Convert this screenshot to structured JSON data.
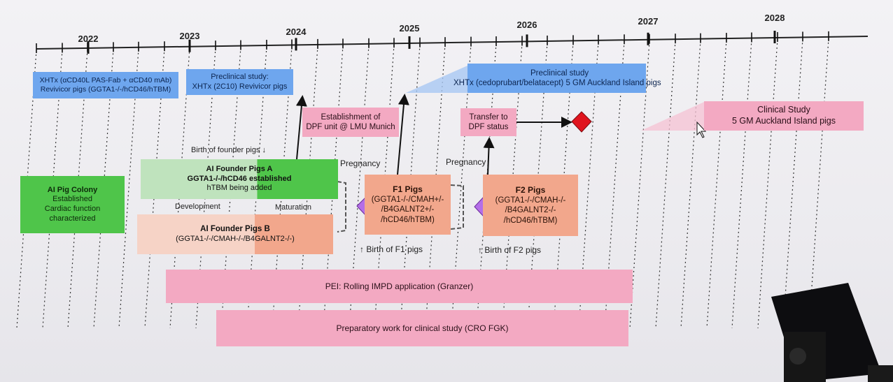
{
  "years": [
    "2022",
    "2023",
    "2024",
    "2025",
    "2026",
    "2027",
    "2028"
  ],
  "boxes": {
    "xhtx_revivicor": {
      "line1": "XHTx (αCD40L PAS-Fab + αCD40 mAb)",
      "line2": "Revivicor pigs (GGTA1-/-/hCD46/hTBM)"
    },
    "preclinical_2c10": {
      "line1": "Preclinical study:",
      "line2": "XHTx (2C10) Revivicor pigs"
    },
    "preclinical_auckland": {
      "line1": "Preclinical study",
      "line2": "XHTx (cedoprubart/belatacept) 5 GM Auckland Island pigs"
    },
    "dpf_unit": {
      "line1": "Establishment of",
      "line2": "DPF unit @ LMU Munich"
    },
    "transfer_dpf": {
      "line1": "Transfer to",
      "line2": "DPF status"
    },
    "clinical_study": {
      "line1": "Clinical Study",
      "line2": "5 GM Auckland Island pigs"
    },
    "ai_colony": {
      "line1": "AI Pig Colony",
      "line2": "Established",
      "line3": "Cardiac function characterized"
    },
    "founder_a": {
      "line1": "AI Founder Pigs A",
      "line2": "GGTA1-/-/hCD46 established",
      "line3": "hTBM being added"
    },
    "founder_b": {
      "line1": "AI Founder Pigs B",
      "line2": "(GGTA1-/-/CMAH-/-/B4GALNT2-/-)"
    },
    "f1_pigs": {
      "line1": "F1 Pigs",
      "line2": "(GGTA1-/-/CMAH+/-",
      "line3": "/B4GALNT2+/-",
      "line4": "/hCD46/hTBM)"
    },
    "f2_pigs": {
      "line1": "F2 Pigs",
      "line2": "(GGTA1-/-/CMAH-/-",
      "line3": "/B4GALNT2-/-",
      "line4": "/hCD46/hTBM)"
    },
    "pei": {
      "text": "PEI: Rolling IMPD application (Granzer)"
    },
    "cro": {
      "text": "Preparatory work for clinical study (CRO FGK)"
    }
  },
  "labels": {
    "birth_founder": "Birth of founder pigs ↓",
    "development": "Development",
    "maturation": "Maturation",
    "pregnancy1": "Pregnancy",
    "pregnancy2": "Pregnancy",
    "birth_f1": "↑ Birth of F1 pigs",
    "birth_f2": "↑ Birth of F2 pigs"
  },
  "colors": {
    "blue": "#6ea6ee",
    "pink": "#f3a9c2",
    "green": "#4fc54a",
    "salmon": "#f2a78c",
    "diamond_purple": "#b46ee8",
    "diamond_red": "#e0141e"
  }
}
